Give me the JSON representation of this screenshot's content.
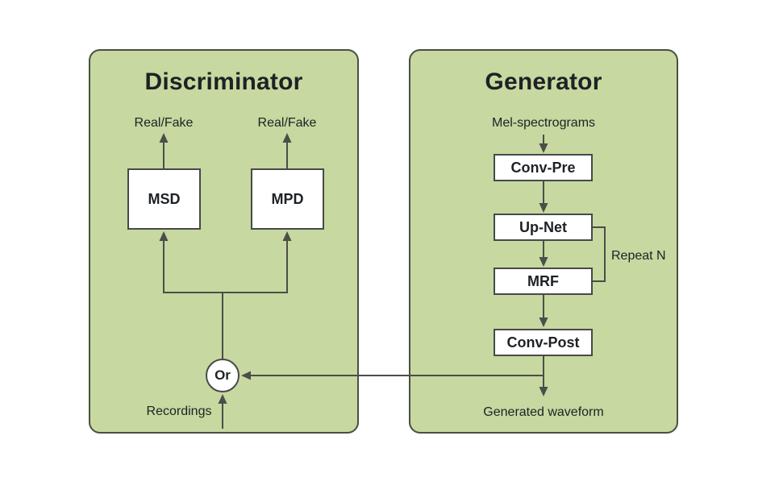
{
  "colors": {
    "panel_bg": "#c7d8a0",
    "panel_border": "#4a4f43",
    "box_bg": "#ffffff",
    "box_border": "#47494a",
    "wire": "#4b4e49",
    "text": "#1e2125",
    "page_bg": "#ffffff"
  },
  "discriminator": {
    "title": "Discriminator",
    "msd": {
      "label": "MSD",
      "output_label": "Real/Fake"
    },
    "mpd": {
      "label": "MPD",
      "output_label": "Real/Fake"
    },
    "or_node": {
      "label": "Or"
    },
    "input_label": "Recordings"
  },
  "generator": {
    "title": "Generator",
    "input_label": "Mel-spectrograms",
    "blocks": {
      "conv_pre": "Conv-Pre",
      "up_net": "Up-Net",
      "mrf": "MRF",
      "conv_post": "Conv-Post"
    },
    "repeat_label": "Repeat N",
    "output_label": "Generated waveform"
  }
}
